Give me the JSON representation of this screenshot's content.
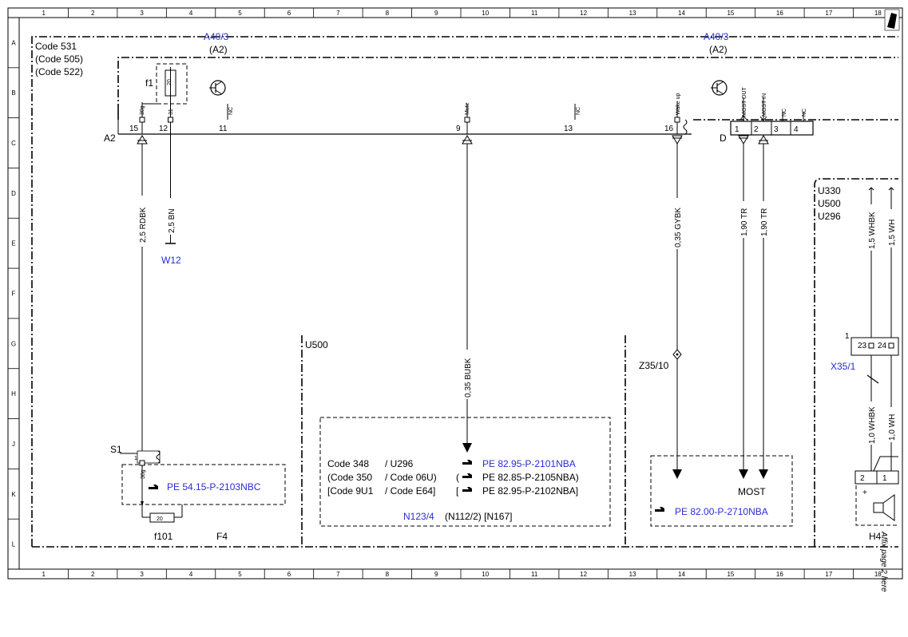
{
  "grid": {
    "columns": [
      "1",
      "2",
      "3",
      "4",
      "5",
      "6",
      "7",
      "8",
      "9",
      "10",
      "11",
      "12",
      "13",
      "14",
      "15",
      "16",
      "17",
      "18"
    ],
    "rows": [
      "A",
      "B",
      "C",
      "D",
      "E",
      "F",
      "G",
      "H",
      "J",
      "K",
      "L"
    ]
  },
  "header": {
    "module_left": "A40/3",
    "module_left_sub": "(A2)",
    "module_right": "A40/3",
    "module_right_sub": "(A2)",
    "codes": [
      "Code 531",
      "(Code 505)",
      "(Code 522)"
    ]
  },
  "connector_a2": {
    "label": "A2",
    "fuse_label": "f1",
    "fuse_value": "20",
    "pin_names": {
      "p15": "30g",
      "p12": "31",
      "p11": "NC",
      "p9": "Mute",
      "p13": "NC",
      "p16": "Wake up"
    },
    "pins": [
      "15",
      "12",
      "11",
      "9",
      "13",
      "16"
    ]
  },
  "connector_d": {
    "label": "D",
    "pins": [
      "1",
      "2",
      "3",
      "4"
    ],
    "pin_names": {
      "p1": "MOST OUT",
      "p2": "MOST IN",
      "p3": "NC",
      "p4": "NC"
    }
  },
  "wires": {
    "w1": "2,5 RDBK",
    "w2": "2,5 BN",
    "w3": "0,35 BUBK",
    "w4": "0,35 GYBK",
    "w5": "1,90 TR",
    "w6": "1,90 TR",
    "w7": "1,5 WHBK",
    "w8": "1,5 WH",
    "w9": "1,0 WHBK",
    "w10": "1,0 WH"
  },
  "ground": "W12",
  "u500_label": "U500",
  "fuse_block": {
    "s1": "S1",
    "pin1": "1",
    "pin_30g": "30g",
    "ref": "PE 54.15-P-2103NBC",
    "fuse_value": "20",
    "f101": "f101",
    "f4": "F4"
  },
  "n123_box": {
    "rows": [
      {
        "code": "Code 348",
        "alt": "/ U296",
        "ref": "PE 82.95-P-2101NBA"
      },
      {
        "code": "(Code 350",
        "alt": "/ Code 06U)",
        "ref": "PE 82.85-P-2105NBA)"
      },
      {
        "code": "[Code 9U1",
        "alt": "/ Code E64]",
        "ref": "PE 82.95-P-2102NBA]"
      }
    ],
    "open_paren": "(",
    "open_bracket": "[",
    "footer_main": "N123/4",
    "footer_rest": "(N112/2) [N167]"
  },
  "most_box": {
    "splice": "Z35/10",
    "title": "MOST",
    "ref": "PE 82.00-P-2710NBA"
  },
  "right_block": {
    "codes": [
      "U330",
      "U500",
      "U296"
    ],
    "x35_pin": "1",
    "x35_pins": [
      "23",
      "24"
    ],
    "x35_label": "X35/1",
    "h4_pins": [
      "2",
      "1"
    ],
    "plus": "+",
    "h4_label": "H4",
    "page_note": "Affix page 2 here"
  }
}
